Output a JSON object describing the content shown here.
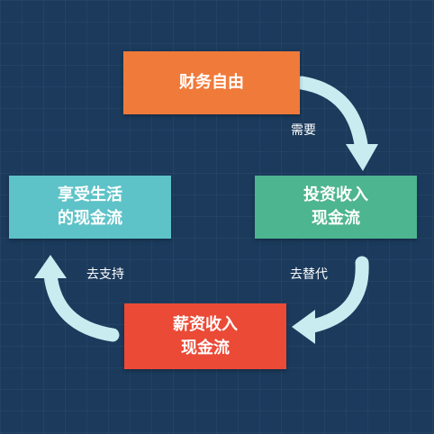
{
  "nodes": {
    "top": {
      "line1": "财务自由",
      "color": "#f07a3a"
    },
    "right": {
      "line1": "投资收入",
      "line2": "现金流",
      "color": "#4db58f"
    },
    "bottom": {
      "line1": "薪资收入",
      "line2": "现金流",
      "color": "#ea4a36"
    },
    "left": {
      "line1": "享受生活",
      "line2": "的现金流",
      "color": "#5ec3c8"
    }
  },
  "edges": {
    "top_to_right": "需要",
    "right_to_bottom": "去替代",
    "bottom_to_left": "去支持"
  },
  "colors": {
    "background": "#1b3a5c",
    "arrow": "#c8ecf0"
  }
}
